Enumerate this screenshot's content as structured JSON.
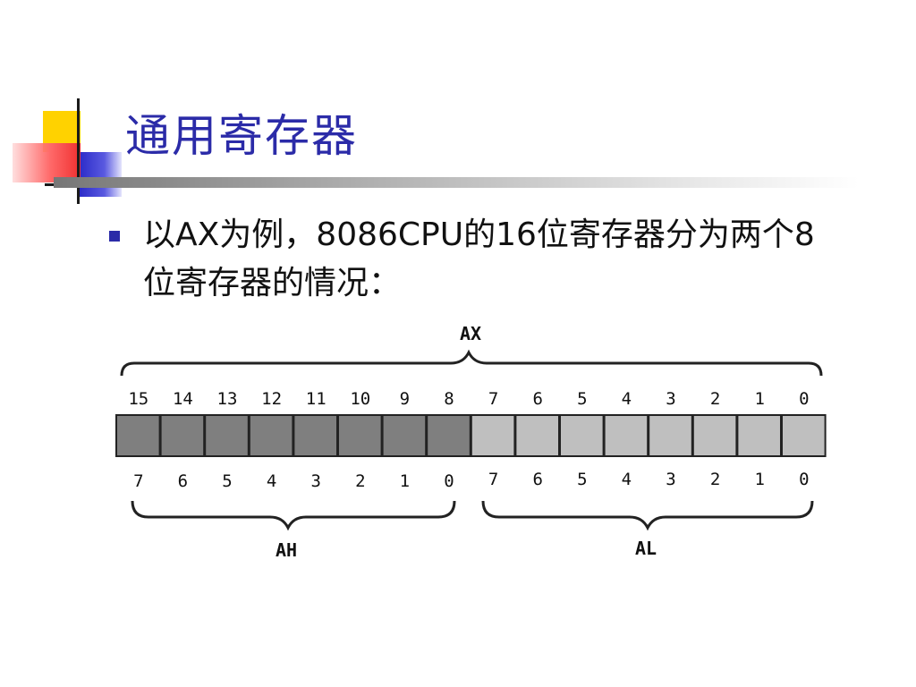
{
  "slide": {
    "title": "通用寄存器",
    "bullet_text": "以AX为例，8086CPU的16位寄存器分为两个8位寄存器的情况："
  },
  "register_diagram": {
    "full_label": "AX",
    "high_label": "AH",
    "low_label": "AL",
    "top_bits": [
      "15",
      "14",
      "13",
      "12",
      "11",
      "10",
      "9",
      "8",
      "7",
      "6",
      "5",
      "4",
      "3",
      "2",
      "1",
      "0"
    ],
    "high_bits": [
      "7",
      "6",
      "5",
      "4",
      "3",
      "2",
      "1",
      "0"
    ],
    "low_bits": [
      "7",
      "6",
      "5",
      "4",
      "3",
      "2",
      "1",
      "0"
    ],
    "colors": {
      "high_byte": "#7f7f7f",
      "low_byte": "#bfbfbf",
      "outline": "#222222"
    }
  }
}
